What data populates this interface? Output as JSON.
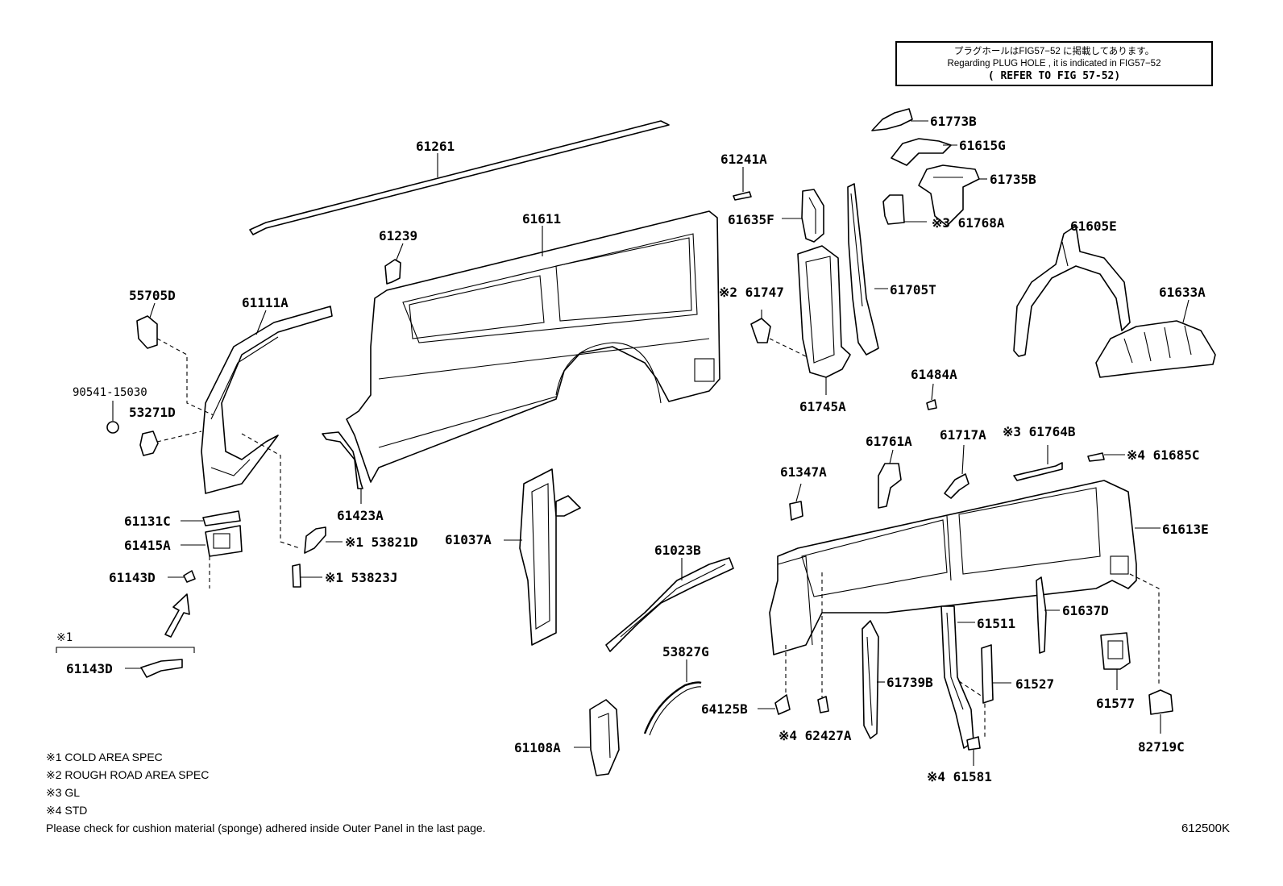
{
  "note": {
    "line_jp": "プラグホールはFIG57−52 に掲載してあります。",
    "line_en": "Regarding PLUG HOLE , it is indicated in FIG57−52",
    "line_ref": "( REFER TO FIG 57-52)"
  },
  "labels": {
    "p61261": "61261",
    "p61611": "61611",
    "p61239": "61239",
    "p55705D": "55705D",
    "p61111A": "61111A",
    "p90541": "90541-15030",
    "p53271D": "53271D",
    "p61131C": "61131C",
    "p61415A": "61415A",
    "p61143D": "61143D",
    "p61143D2": "61143D",
    "mark_x1_group": "※1",
    "p61423A": "61423A",
    "p53821D": "※1 53821D",
    "p53823J": "※1 53823J",
    "p61037A": "61037A",
    "p61023B": "61023B",
    "p53827G": "53827G",
    "p61108A": "61108A",
    "p64125B": "64125B",
    "p62427A": "※4 62427A",
    "p61241A": "61241A",
    "p61635F": "61635F",
    "p61747": "※2 61747",
    "p61705T": "61705T",
    "p61745A": "61745A",
    "p61773B": "61773B",
    "p61615G": "61615G",
    "p61735B": "61735B",
    "p61768A": "※3 61768A",
    "p61605E": "61605E",
    "p61633A": "61633A",
    "p61484A": "61484A",
    "p61761A": "61761A",
    "p61717A": "61717A",
    "p61764B": "※3 61764B",
    "p61685C": "※4 61685C",
    "p61347A": "61347A",
    "p61613E": "61613E",
    "p61511": "61511",
    "p61637D": "61637D",
    "p61739B": "61739B",
    "p61527": "61527",
    "p61577": "61577",
    "p82719C": "82719C",
    "p61581": "※4 61581"
  },
  "legend": [
    "※1 COLD AREA SPEC",
    "※2 ROUGH ROAD AREA SPEC",
    "※3 GL",
    "※4 STD",
    "Please check for cushion material (sponge) adhered inside Outer Panel in the last page."
  ],
  "figure_code": "612500K"
}
